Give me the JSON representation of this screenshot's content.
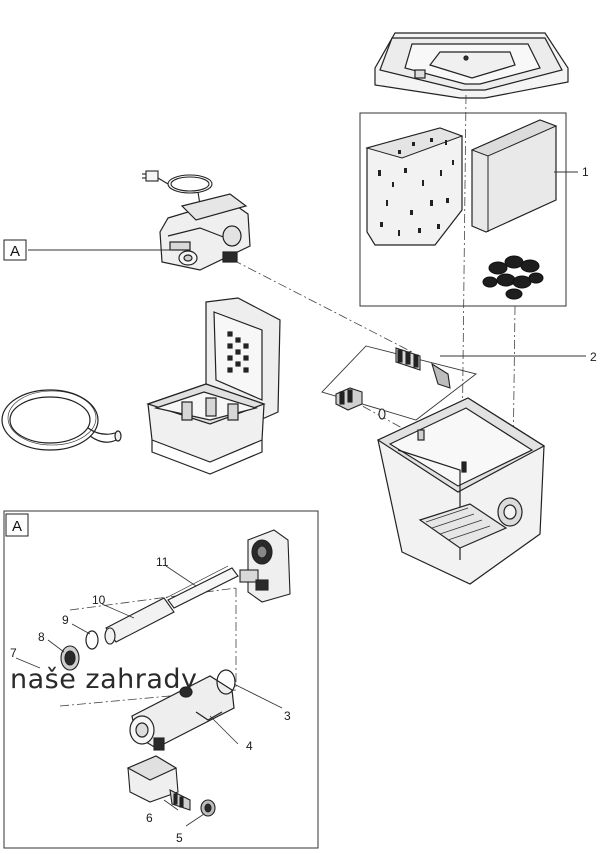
{
  "callouts": {
    "main_1": "1",
    "main_2": "2",
    "main_A": "A",
    "detail_A": "A",
    "d3": "3",
    "d4": "4",
    "d5": "5",
    "d6": "6",
    "d7": "7",
    "d8": "8",
    "d9": "9",
    "d10": "10",
    "d11": "11"
  },
  "watermark": "naše zahrady"
}
